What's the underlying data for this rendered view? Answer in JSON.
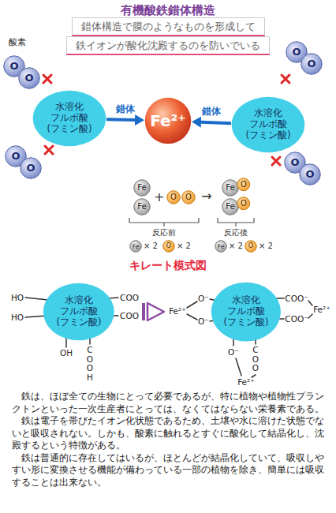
{
  "diagram": {
    "title": "有機酸鉄錯体構造",
    "nodes": [
      {
        "text": [
          "錯体構造で膜のようなものを形成して"
        ]
      },
      {
        "text": [
          "鉄イオンが酸化沈殿するのを防いでいる"
        ]
      },
      {
        "text": [
          "O"
        ]
      },
      {
        "text": [
          "O"
        ]
      },
      {
        "text": [
          "O"
        ]
      },
      {
        "text": [
          "O"
        ]
      },
      {
        "text": [
          "水溶化 フルボ酸 (フミン酸)"
        ]
      },
      {
        "text": [
          "Fe²⁺"
        ]
      },
      {
        "text": [
          "水溶化 フルボ酸 (フミン酸)"
        ]
      },
      {
        "text": [
          "O"
        ]
      },
      {
        "text": [
          "O"
        ]
      },
      {
        "text": [
          "O"
        ]
      },
      {
        "text": [
          "O"
        ]
      },
      {
        "text": [
          "Fe"
        ]
      },
      {
        "text": [
          "Fe"
        ]
      },
      {
        "text": [
          "O"
        ]
      },
      {
        "text": [
          "O"
        ]
      },
      {
        "text": [
          "Fe"
        ]
      },
      {
        "text": [
          "O"
        ]
      },
      {
        "text": [
          "Fe"
        ]
      },
      {
        "text": [
          "O"
        ]
      },
      {
        "text": [
          "Fe"
        ]
      },
      {
        "text": [
          "O"
        ]
      },
      {
        "text": [
          "Fe"
        ]
      },
      {
        "text": [
          "O"
        ]
      },
      {
        "text": [
          "水溶化 フルボ酸 (フミン酸)"
        ]
      },
      {
        "text": [
          "水溶化 フルボ酸 (フミン酸)"
        ]
      }
    ],
    "edges": [
      {
        "from": 6,
        "to": 7,
        "label": "錯体",
        "arrow": "to"
      },
      {
        "from": 8,
        "to": 7,
        "label": "錯体",
        "arrow": "to"
      }
    ],
    "labels": [
      "酸素",
      "+",
      "→",
      "反応前",
      "反応後",
      "× 2",
      "× 2",
      "× 2",
      "× 2",
      "キレート模式図",
      "HO",
      "HO",
      "COO",
      "COO",
      "OH",
      "COOH",
      "Fe²⁺",
      "O⁻",
      "O⁻",
      "COO⁻",
      "COO⁻",
      "Fe²⁺",
      "O⁻",
      "COO",
      "Fe²⁺",
      "鉄は、ほぼ全ての生物にとって必要であるが、特に植物や植物性プランクトンといった一次生産者にとっては、なくてはならない栄養素である。",
      "鉄は電子を帯びたイオン化状態であるため、土壌や水に溶けた状態でないと吸収されない。しかも、酸素に触れるとすぐに酸化して結晶化し、沈殿するという特徴がある。",
      "鉄は普通的に存在してはいるが、ほとんどが結晶化していて、吸収しやすい形に変換させる機能が備わっている一部の植物を除き、簡単には吸収することは出来ない。"
    ]
  }
}
